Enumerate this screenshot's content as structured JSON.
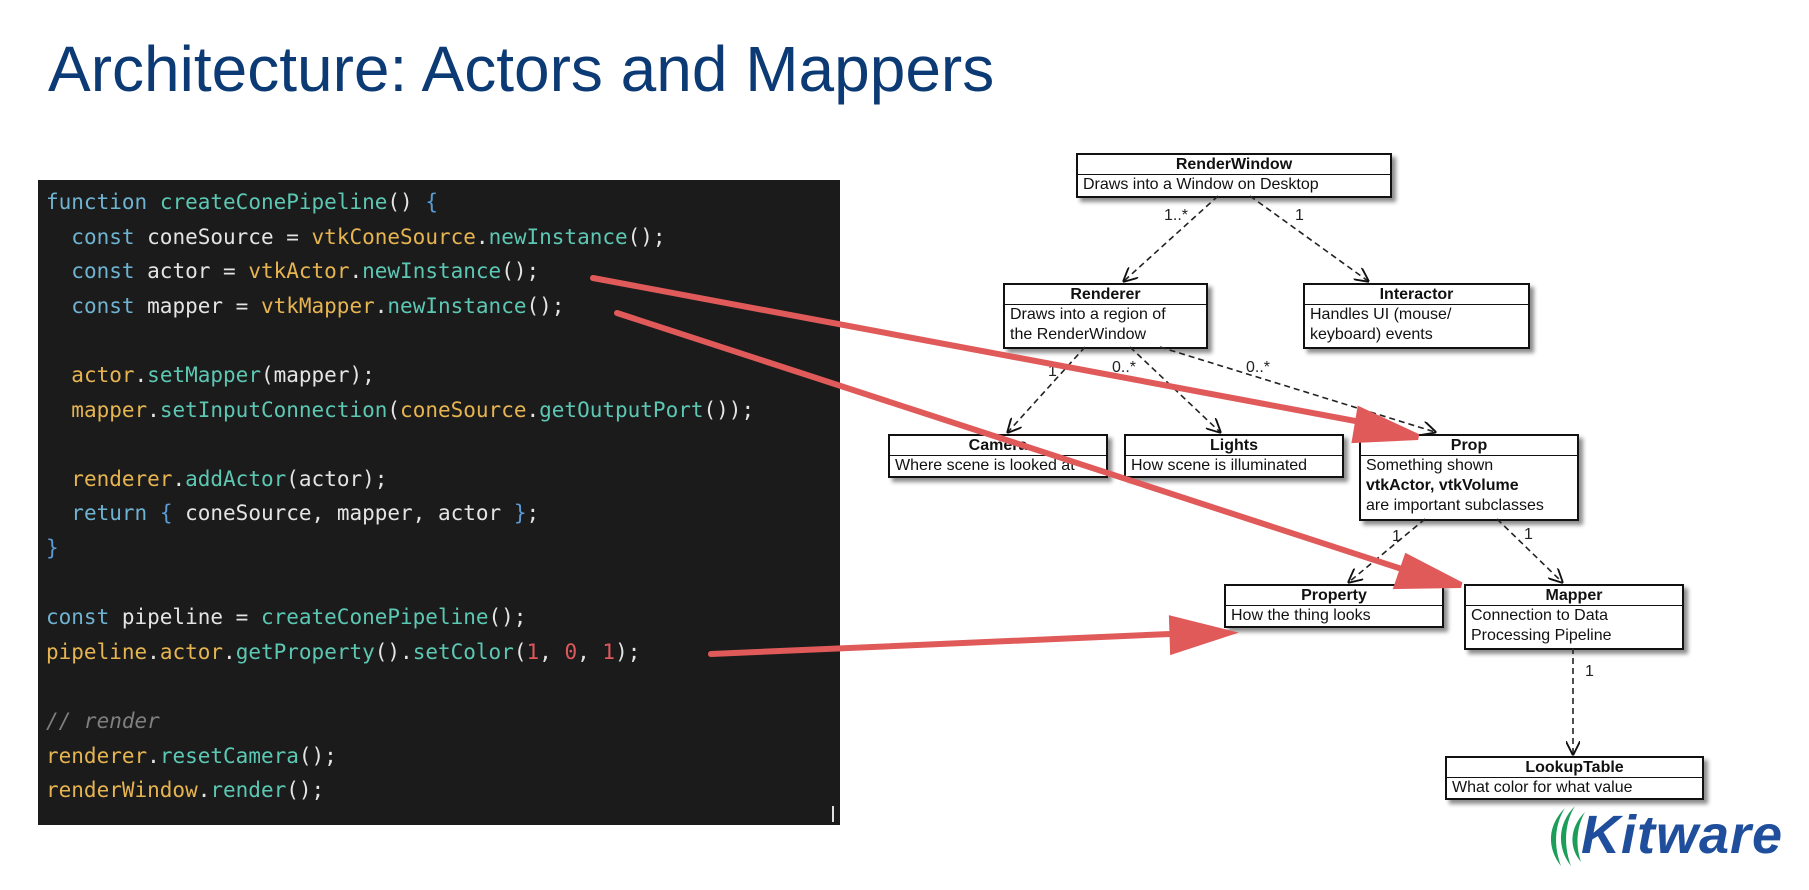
{
  "slide": {
    "title": "Architecture: Actors and Mappers"
  },
  "colors": {
    "title": "#0b3a75",
    "arrow": "#e05a5a",
    "code_bg": "#1b1b1b",
    "logo_blue": "#1f4f9c",
    "logo_green": "#1c9e5a"
  },
  "code": {
    "lines": [
      [
        {
          "t": "function",
          "c": "kw"
        },
        {
          "t": " ",
          "c": "pl"
        },
        {
          "t": "createConePipeline",
          "c": "fn"
        },
        {
          "t": "() ",
          "c": "pl"
        },
        {
          "t": "{",
          "c": "br"
        }
      ],
      [
        {
          "t": "  ",
          "c": "pl"
        },
        {
          "t": "const",
          "c": "kw"
        },
        {
          "t": " coneSource = ",
          "c": "pl"
        },
        {
          "t": "vtkConeSource",
          "c": "ob"
        },
        {
          "t": ".",
          "c": "pl"
        },
        {
          "t": "newInstance",
          "c": "fn"
        },
        {
          "t": "();",
          "c": "pl"
        }
      ],
      [
        {
          "t": "  ",
          "c": "pl"
        },
        {
          "t": "const",
          "c": "kw"
        },
        {
          "t": " actor = ",
          "c": "pl"
        },
        {
          "t": "vtkActor",
          "c": "ob"
        },
        {
          "t": ".",
          "c": "pl"
        },
        {
          "t": "newInstance",
          "c": "fn"
        },
        {
          "t": "();",
          "c": "pl"
        }
      ],
      [
        {
          "t": "  ",
          "c": "pl"
        },
        {
          "t": "const",
          "c": "kw"
        },
        {
          "t": " mapper = ",
          "c": "pl"
        },
        {
          "t": "vtkMapper",
          "c": "ob"
        },
        {
          "t": ".",
          "c": "pl"
        },
        {
          "t": "newInstance",
          "c": "fn"
        },
        {
          "t": "();",
          "c": "pl"
        }
      ],
      [],
      [
        {
          "t": "  ",
          "c": "pl"
        },
        {
          "t": "actor",
          "c": "ob"
        },
        {
          "t": ".",
          "c": "pl"
        },
        {
          "t": "setMapper",
          "c": "fn"
        },
        {
          "t": "(mapper);",
          "c": "pl"
        }
      ],
      [
        {
          "t": "  ",
          "c": "pl"
        },
        {
          "t": "mapper",
          "c": "ob"
        },
        {
          "t": ".",
          "c": "pl"
        },
        {
          "t": "setInputConnection",
          "c": "fn"
        },
        {
          "t": "(",
          "c": "pl"
        },
        {
          "t": "coneSource",
          "c": "ob"
        },
        {
          "t": ".",
          "c": "pl"
        },
        {
          "t": "getOutputPort",
          "c": "fn"
        },
        {
          "t": "());",
          "c": "pl"
        }
      ],
      [],
      [
        {
          "t": "  ",
          "c": "pl"
        },
        {
          "t": "renderer",
          "c": "ob"
        },
        {
          "t": ".",
          "c": "pl"
        },
        {
          "t": "addActor",
          "c": "fn"
        },
        {
          "t": "(actor);",
          "c": "pl"
        }
      ],
      [
        {
          "t": "  ",
          "c": "pl"
        },
        {
          "t": "return",
          "c": "kw"
        },
        {
          "t": " ",
          "c": "pl"
        },
        {
          "t": "{",
          "c": "br"
        },
        {
          "t": " coneSource, mapper, actor ",
          "c": "pl"
        },
        {
          "t": "}",
          "c": "br"
        },
        {
          "t": ";",
          "c": "pl"
        }
      ],
      [
        {
          "t": "}",
          "c": "br"
        }
      ],
      [],
      [
        {
          "t": "const",
          "c": "kw"
        },
        {
          "t": " pipeline = ",
          "c": "pl"
        },
        {
          "t": "createConePipeline",
          "c": "fn"
        },
        {
          "t": "();",
          "c": "pl"
        }
      ],
      [
        {
          "t": "pipeline",
          "c": "ob"
        },
        {
          "t": ".",
          "c": "pl"
        },
        {
          "t": "actor",
          "c": "ob"
        },
        {
          "t": ".",
          "c": "pl"
        },
        {
          "t": "getProperty",
          "c": "fn"
        },
        {
          "t": "().",
          "c": "pl"
        },
        {
          "t": "setColor",
          "c": "fn"
        },
        {
          "t": "(",
          "c": "pl"
        },
        {
          "t": "1",
          "c": "nu"
        },
        {
          "t": ", ",
          "c": "pl"
        },
        {
          "t": "0",
          "c": "nu"
        },
        {
          "t": ", ",
          "c": "pl"
        },
        {
          "t": "1",
          "c": "nu"
        },
        {
          "t": ");",
          "c": "pl"
        }
      ],
      [],
      [
        {
          "t": "// render",
          "c": "cm"
        }
      ],
      [
        {
          "t": "renderer",
          "c": "ob"
        },
        {
          "t": ".",
          "c": "pl"
        },
        {
          "t": "resetCamera",
          "c": "fn"
        },
        {
          "t": "();",
          "c": "pl"
        }
      ],
      [
        {
          "t": "renderWindow",
          "c": "ob"
        },
        {
          "t": ".",
          "c": "pl"
        },
        {
          "t": "render",
          "c": "fn"
        },
        {
          "t": "();",
          "c": "pl"
        }
      ]
    ],
    "syntax_colors": {
      "kw": "#6fb3d2",
      "fn": "#5cc8b4",
      "ob": "#e6b450",
      "pl": "#e4e4e4",
      "br": "#5a9bd5",
      "nu": "#e0585c",
      "cm": "#7f7f7f"
    }
  },
  "diagram": {
    "classes": [
      {
        "id": "renderwindow",
        "name": "RenderWindow",
        "desc": [
          "Draws into a Window on Desktop"
        ]
      },
      {
        "id": "renderer",
        "name": "Renderer",
        "desc": [
          "Draws into a region of",
          "the RenderWindow"
        ]
      },
      {
        "id": "interactor",
        "name": "Interactor",
        "desc": [
          "Handles UI (mouse/",
          "keyboard) events"
        ]
      },
      {
        "id": "camera",
        "name": "Camera",
        "desc": [
          "Where scene is looked at"
        ]
      },
      {
        "id": "lights",
        "name": "Lights",
        "desc": [
          "How scene is illuminated"
        ]
      },
      {
        "id": "prop",
        "name": "Prop",
        "desc": [
          "Something shown",
          "vtkActor, vtkVolume",
          "are important subclasses"
        ]
      },
      {
        "id": "property",
        "name": "Property",
        "desc": [
          "How the thing looks"
        ]
      },
      {
        "id": "mapper",
        "name": "Mapper",
        "desc": [
          "Connection to Data",
          "Processing Pipeline"
        ]
      },
      {
        "id": "lookuptable",
        "name": "LookupTable",
        "desc": [
          "What color for what value"
        ]
      }
    ],
    "prop_bold_subclasses": [
      "vtkActor",
      "vtkVolume"
    ],
    "multiplicities": [
      {
        "id": "rw-renderer",
        "text": "1..*"
      },
      {
        "id": "rw-interactor",
        "text": "1"
      },
      {
        "id": "renderer-camera",
        "text": "1"
      },
      {
        "id": "renderer-lights",
        "text": "0..*"
      },
      {
        "id": "renderer-prop",
        "text": "0..*"
      },
      {
        "id": "prop-property",
        "text": "1"
      },
      {
        "id": "prop-mapper",
        "text": "1"
      },
      {
        "id": "mapper-lookuptable",
        "text": "1"
      }
    ]
  },
  "logo": {
    "text": "Kitware"
  }
}
